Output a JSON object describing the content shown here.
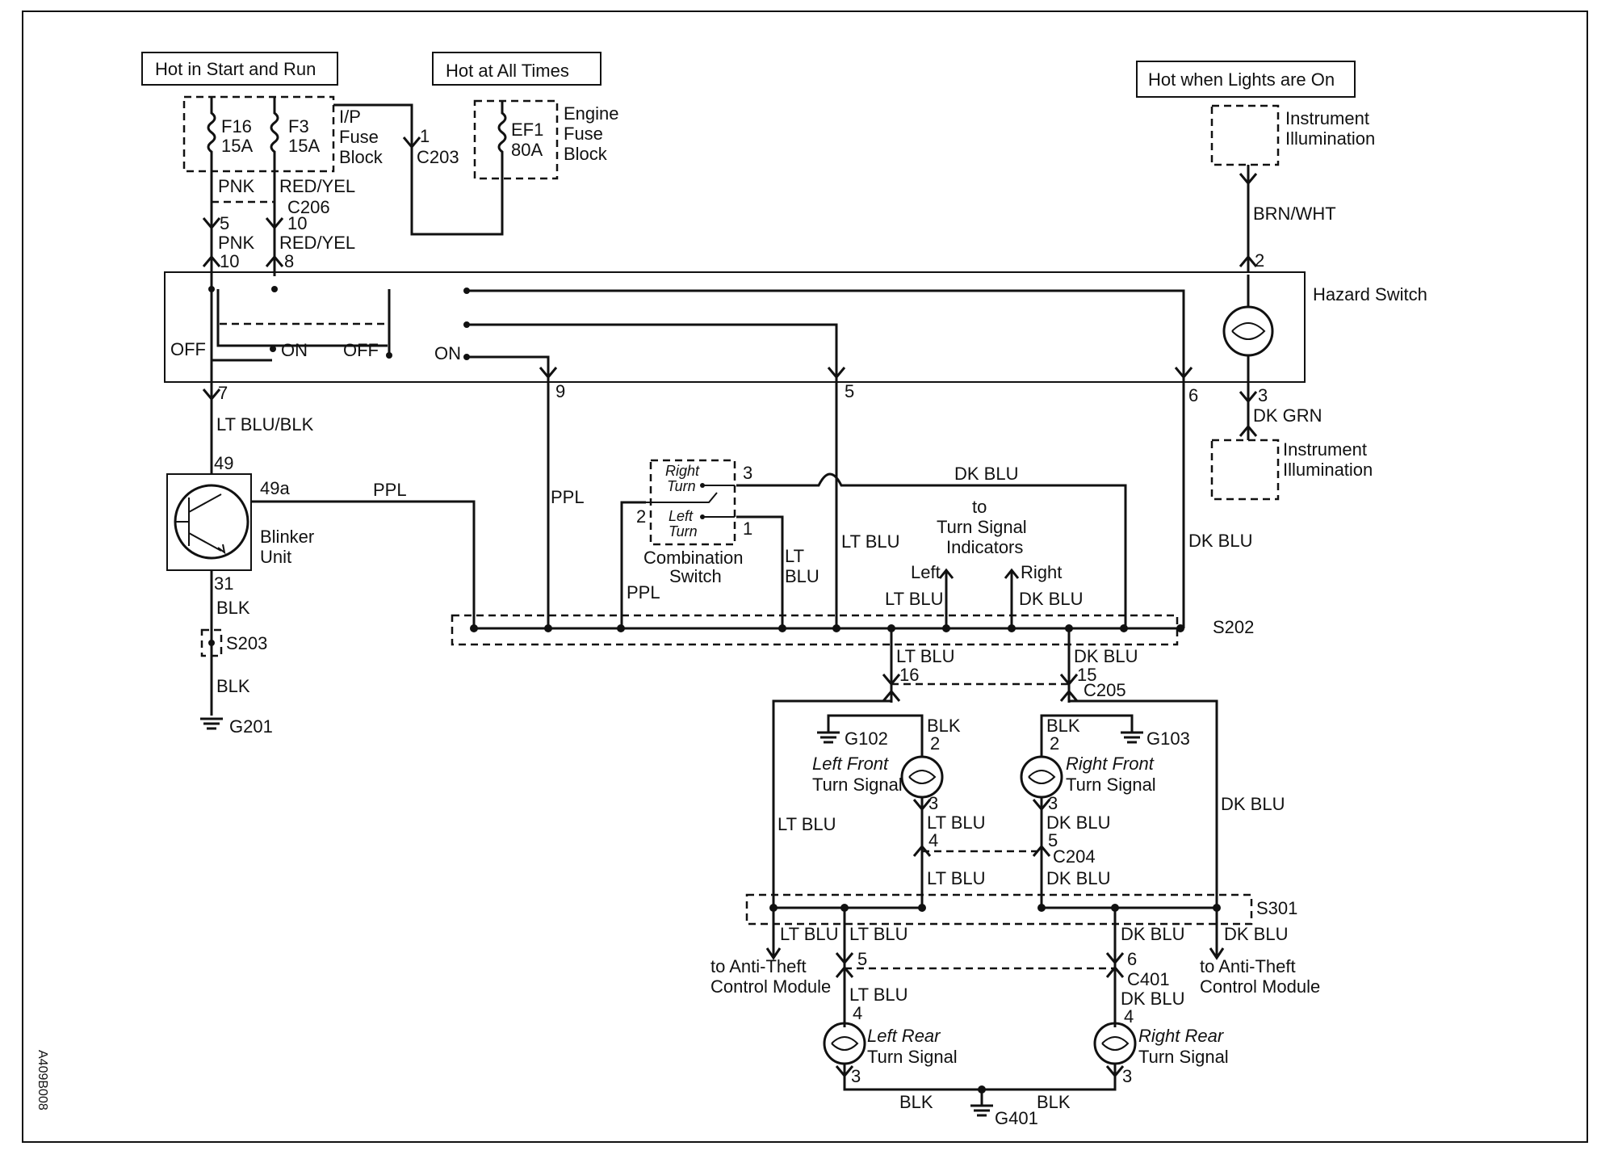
{
  "header": {
    "hot_start_run": "Hot in Start and Run",
    "hot_all_times": "Hot at All Times",
    "hot_lights_on": "Hot when Lights are On"
  },
  "fuses": {
    "f16": "F16",
    "f16_amp": "15A",
    "f3": "F3",
    "f3_amp": "15A",
    "ip_block": [
      "I/P",
      "Fuse",
      "Block"
    ],
    "ef1": "EF1",
    "ef1_amp": "80A",
    "engine_block": [
      "Engine",
      "Fuse",
      "Block"
    ]
  },
  "connectors": {
    "c203": "C203",
    "c206": "C206",
    "c205": "C205",
    "c204": "C204",
    "c401": "C401",
    "s203": "S203",
    "s202": "S202",
    "s301": "S301",
    "g201": "G201",
    "g102": "G102",
    "g103": "G103",
    "g401": "G401"
  },
  "wires": {
    "pnk": "PNK",
    "red_yel": "RED/YEL",
    "brn_wht": "BRN/WHT",
    "dk_grn": "DK GRN",
    "lt_blu_blk": "LT BLU/BLK",
    "ppl": "PPL",
    "blk": "BLK",
    "lt_blu": "LT BLU",
    "dk_blu": "DK BLU",
    "lt": "LT",
    "blu": "BLU"
  },
  "pins": {
    "p1": "1",
    "p2": "2",
    "p3": "3",
    "p4": "4",
    "p5": "5",
    "p6": "6",
    "p7": "7",
    "p8": "8",
    "p9": "9",
    "p10": "10",
    "p15": "15",
    "p16": "16",
    "p31": "31",
    "p49": "49",
    "p49a": "49a"
  },
  "components": {
    "hazard_switch": "Hazard Switch",
    "instrument_illum": [
      "Instrument",
      "Illumination"
    ],
    "blinker_unit": [
      "Blinker",
      "Unit"
    ],
    "combination_switch": [
      "Combination",
      "Switch"
    ],
    "right_turn": [
      "Right",
      "Turn"
    ],
    "left_turn": [
      "Left",
      "Turn"
    ],
    "to_indicators": [
      "to",
      "Turn Signal",
      "Indicators"
    ],
    "left": "Left",
    "right": "Right",
    "off": "OFF",
    "on": "ON",
    "left_front": [
      "Left Front",
      "Turn Signal"
    ],
    "right_front": [
      "Right Front",
      "Turn Signal"
    ],
    "left_rear": [
      "Left Rear",
      "Turn Signal"
    ],
    "right_rear": [
      "Right Rear",
      "Turn Signal"
    ],
    "anti_theft": [
      "to Anti-Theft",
      "Control Module"
    ]
  },
  "figure_code": "A409B008"
}
